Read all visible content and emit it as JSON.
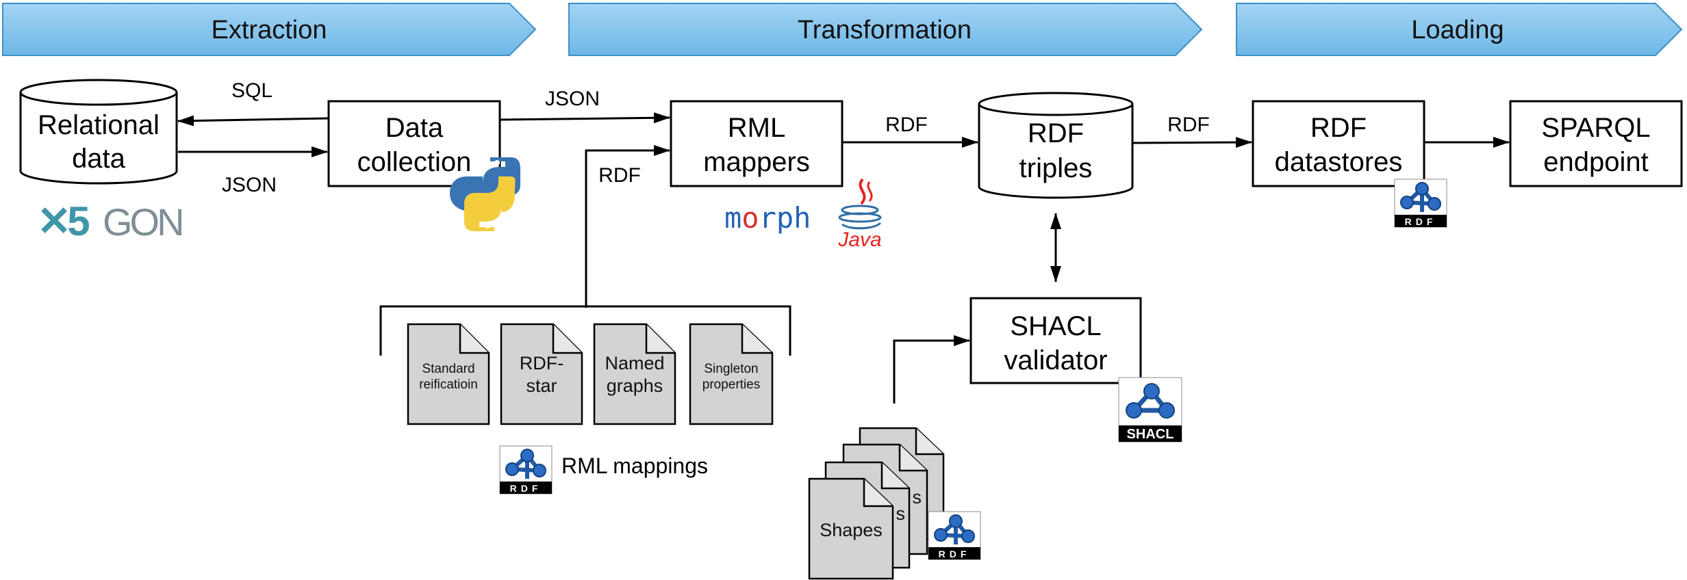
{
  "phases": {
    "extraction": "Extraction",
    "transformation": "Transformation",
    "loading": "Loading"
  },
  "nodes": {
    "relational_data": [
      "Relational",
      "data"
    ],
    "data_collection": [
      "Data",
      "collection"
    ],
    "rml_mappers": [
      "RML",
      "mappers"
    ],
    "rdf_triples": [
      "RDF",
      "triples"
    ],
    "rdf_datastores": [
      "RDF",
      "datastores"
    ],
    "sparql_endpoint": [
      "SPARQL",
      "endpoint"
    ],
    "shacl_validator": [
      "SHACL",
      "validator"
    ]
  },
  "edges": {
    "sql": "SQL",
    "json_back": "JSON",
    "json_forward": "JSON",
    "rdf_mappings": "RDF",
    "rdf_mappers_out": "RDF",
    "rdf_store": "RDF"
  },
  "mapping_docs": [
    [
      "Standard",
      "reificatioin"
    ],
    [
      "RDF-",
      "star"
    ],
    [
      "Named",
      "graphs"
    ],
    [
      "Singleton",
      "properties"
    ]
  ],
  "labels": {
    "rml_mappings": "RML mappings",
    "shapes_front": "Shapes",
    "shapes_back_fragment": "s"
  },
  "logos": {
    "x5gon": "X5GON",
    "morph": "morph",
    "java": "Java",
    "rdf_badge": "RDF",
    "shacl_badge": "SHACL"
  },
  "colors": {
    "phase_fill": "#7cc0ea",
    "phase_stroke": "#3d8fc9",
    "doc_fill": "#d3d3d3",
    "rdf_badge_blue": "#1f5aa6",
    "python_blue": "#3a74b3",
    "python_yellow": "#f3cd3b",
    "java_red": "#e5221f",
    "morph_blue": "#2563b8",
    "morph_red": "#d6312c",
    "x5gon_teal": "#3f96a8"
  }
}
